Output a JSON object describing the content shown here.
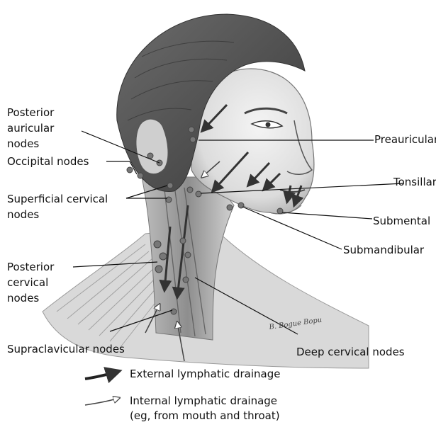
{
  "labels": {
    "posterior_auricular": [
      "Posterior",
      "auricular",
      "nodes"
    ],
    "occipital": "Occipital nodes",
    "superficial_cervical": [
      "Superficial cervical",
      "nodes"
    ],
    "posterior_cervical": [
      "Posterior",
      "cervical",
      "nodes"
    ],
    "supraclavicular": "Supraclavicular nodes",
    "preauricular": "Preauricular",
    "tonsillar": "Tonsillar",
    "submental": "Submental",
    "submandibular": "Submandibular",
    "deep_cervical": "Deep cervical nodes"
  },
  "legend": {
    "external": "External lymphatic drainage",
    "internal": [
      "Internal lymphatic drainage",
      "(eg, from mouth and throat)"
    ]
  },
  "signature": "B. Bogue Bopu",
  "colors": {
    "ink": "#111111",
    "skin_shade": "#b9b9b9",
    "hair": "#5a5a5a",
    "node": "#777777"
  }
}
